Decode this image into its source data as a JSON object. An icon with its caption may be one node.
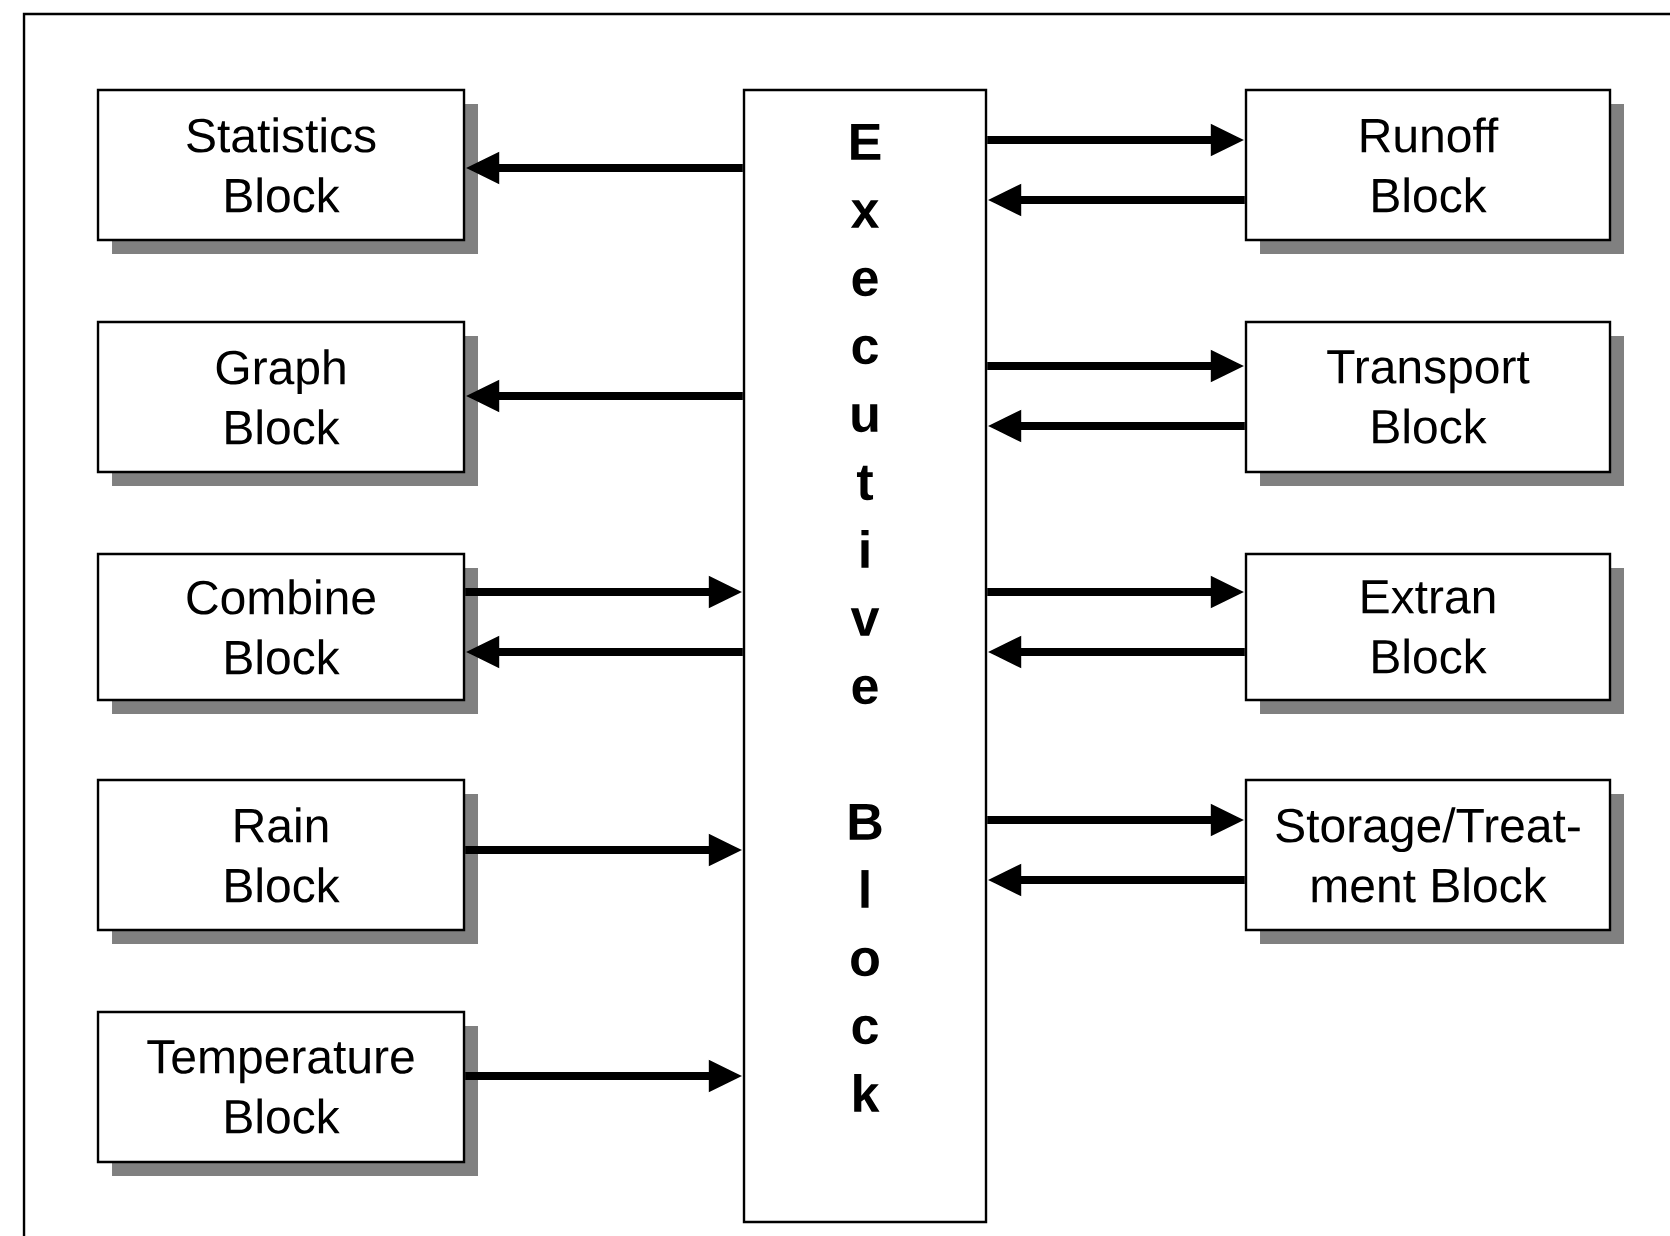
{
  "diagram": {
    "nodes": [
      {
        "text": [
          "Statistics Block"
        ]
      },
      {
        "text": [
          "Graph Block"
        ]
      },
      {
        "text": [
          "Combine Block"
        ]
      },
      {
        "text": [
          "Rain Block"
        ]
      },
      {
        "text": [
          "Temperature Block"
        ]
      },
      {
        "text": [
          "Executive Block"
        ]
      },
      {
        "text": [
          "Runoff Block"
        ]
      },
      {
        "text": [
          "Transport Block"
        ]
      },
      {
        "text": [
          "Extran Block"
        ]
      },
      {
        "text": [
          "Storage/Treat-ment Block"
        ]
      }
    ],
    "edges": [
      {
        "from": 5,
        "to": 0,
        "arrow": "to"
      },
      {
        "from": 5,
        "to": 1,
        "arrow": "to"
      },
      {
        "from": 2,
        "to": 5,
        "arrow": "to"
      },
      {
        "from": 5,
        "to": 2,
        "arrow": "to"
      },
      {
        "from": 3,
        "to": 5,
        "arrow": "to"
      },
      {
        "from": 4,
        "to": 5,
        "arrow": "to"
      },
      {
        "from": 5,
        "to": 6,
        "arrow": "to"
      },
      {
        "from": 6,
        "to": 5,
        "arrow": "to"
      },
      {
        "from": 5,
        "to": 7,
        "arrow": "to"
      },
      {
        "from": 7,
        "to": 5,
        "arrow": "to"
      },
      {
        "from": 5,
        "to": 8,
        "arrow": "to"
      },
      {
        "from": 8,
        "to": 5,
        "arrow": "to"
      },
      {
        "from": 5,
        "to": 9,
        "arrow": "to"
      },
      {
        "from": 9,
        "to": 5,
        "arrow": "to"
      }
    ]
  }
}
